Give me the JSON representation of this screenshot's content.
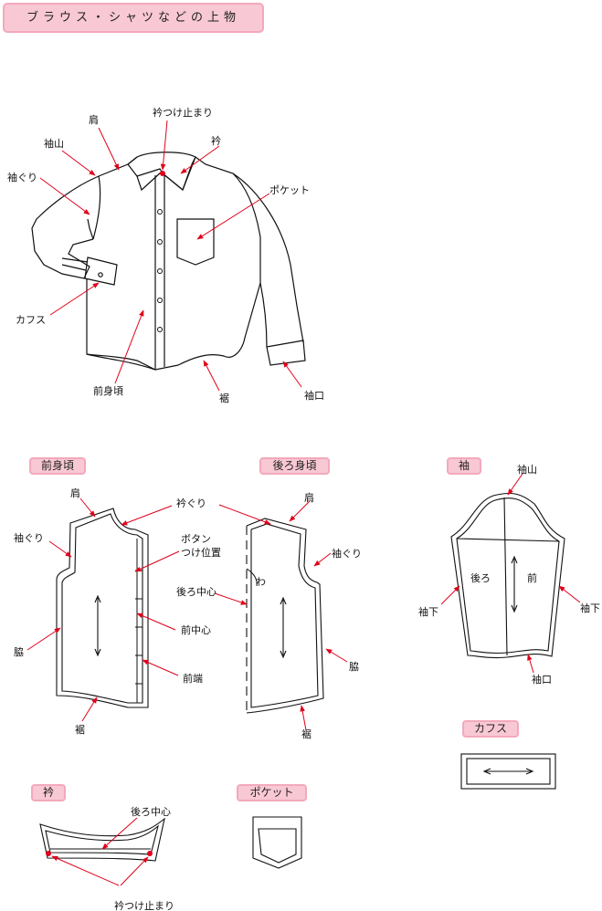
{
  "title": "ブラウス・シャツなどの上物",
  "shirt_labels": {
    "eri_tsuke": "衿つけ止まり",
    "kata": "肩",
    "eri": "衿",
    "sodeyama": "袖山",
    "sodeguri": "袖ぐり",
    "pocket": "ポケット",
    "cuffs": "カフス",
    "maemigoro": "前身頃",
    "suso": "裾",
    "sodeguchi": "袖口"
  },
  "front": {
    "tag": "前身頃",
    "kata": "肩",
    "sodeguri": "袖ぐり",
    "eriguri": "衿ぐり",
    "button_line1": "ボタン",
    "button_line2": "つけ位置",
    "maechushin": "前中心",
    "maehashi": "前端",
    "waki": "脇",
    "suso": "裾"
  },
  "back": {
    "tag": "後ろ身頃",
    "kata": "肩",
    "sodeguri": "袖ぐり",
    "ushirochushin": "後ろ中心",
    "wa": "わ",
    "waki": "脇",
    "suso": "裾"
  },
  "sleeve": {
    "tag": "袖",
    "sodeyama": "袖山",
    "ushiro": "後ろ",
    "mae": "前",
    "sodeshita_left": "袖下",
    "sodeshita_right": "袖下",
    "sodeguchi": "袖口"
  },
  "cuffs_part": {
    "tag": "カフス"
  },
  "collar_part": {
    "tag": "衿",
    "ushirochushin": "後ろ中心",
    "eri_tsuke": "衿つけ止まり"
  },
  "pocket_part": {
    "tag": "ポケット"
  },
  "colors": {
    "accent": "#e0001a",
    "tag_fill": "#f8c8d4",
    "tag_border": "#f3a9bb"
  }
}
